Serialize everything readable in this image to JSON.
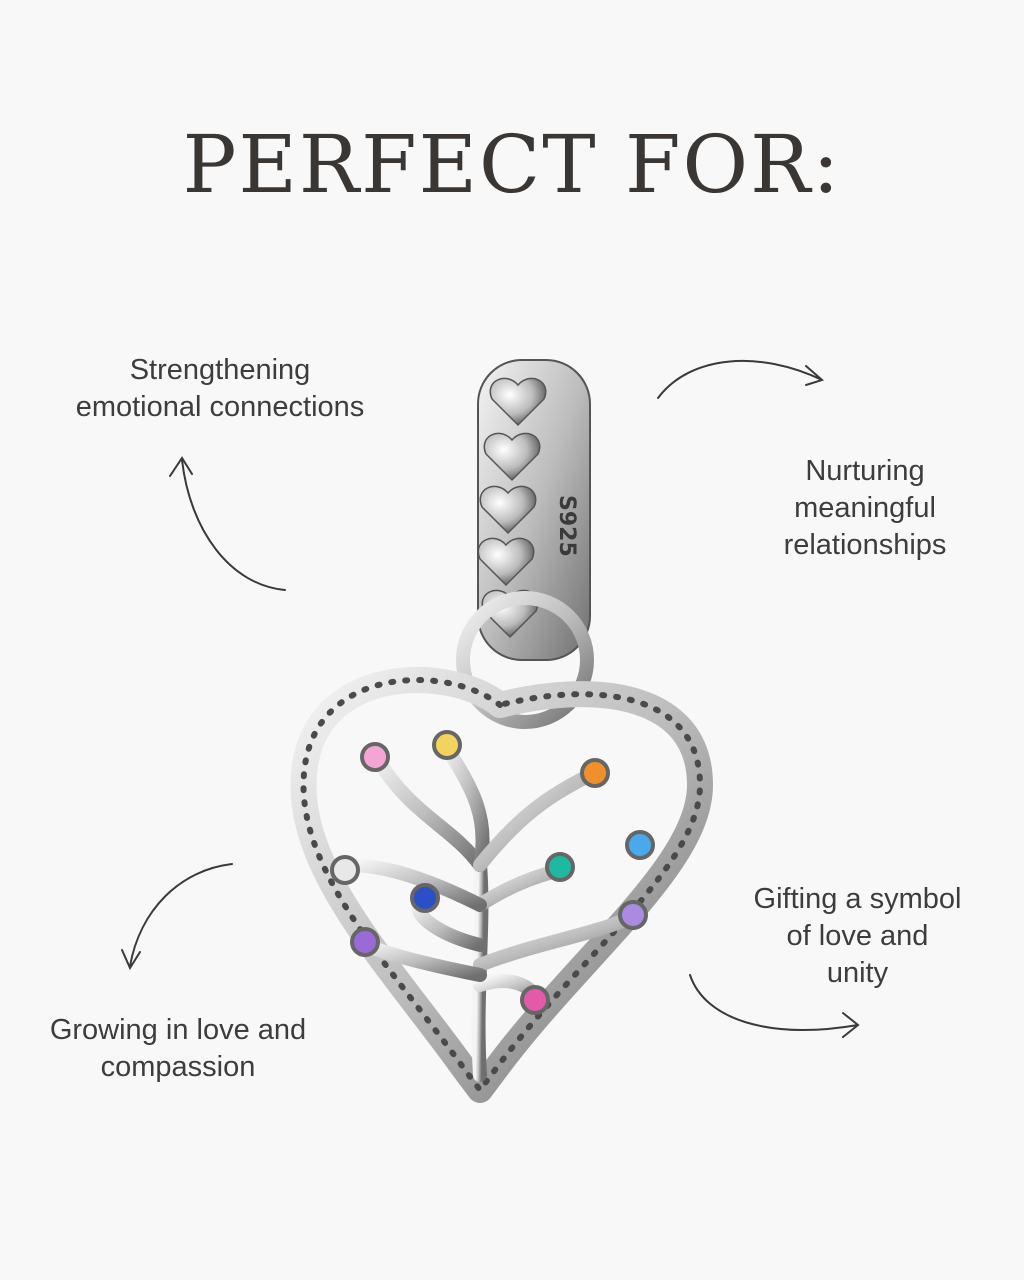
{
  "heading": "PERFECT FOR:",
  "callouts": {
    "top_left": {
      "line1": "Strengthening",
      "line2": "emotional connections"
    },
    "top_right": {
      "line1": "Nurturing",
      "line2": "meaningful",
      "line3": "relationships"
    },
    "bottom_left": {
      "line1": "Growing in love and",
      "line2": "compassion"
    },
    "bottom_right": {
      "line1": "Gifting a symbol",
      "line2": "of love and",
      "line3": "unity"
    }
  },
  "charm": {
    "engraving": "S925",
    "stones": [
      "#f3a6d6",
      "#f1d35e",
      "#f0902a",
      "#1fb9a1",
      "#4aa9ea",
      "#e8e8e8",
      "#2b4fc7",
      "#a98be0",
      "#9a6ad6",
      "#e35aa9"
    ]
  },
  "colors": {
    "background": "#f8f8f8",
    "text": "#3d3d3d",
    "heading": "#3a3634",
    "silver": "#c9c9c9"
  }
}
